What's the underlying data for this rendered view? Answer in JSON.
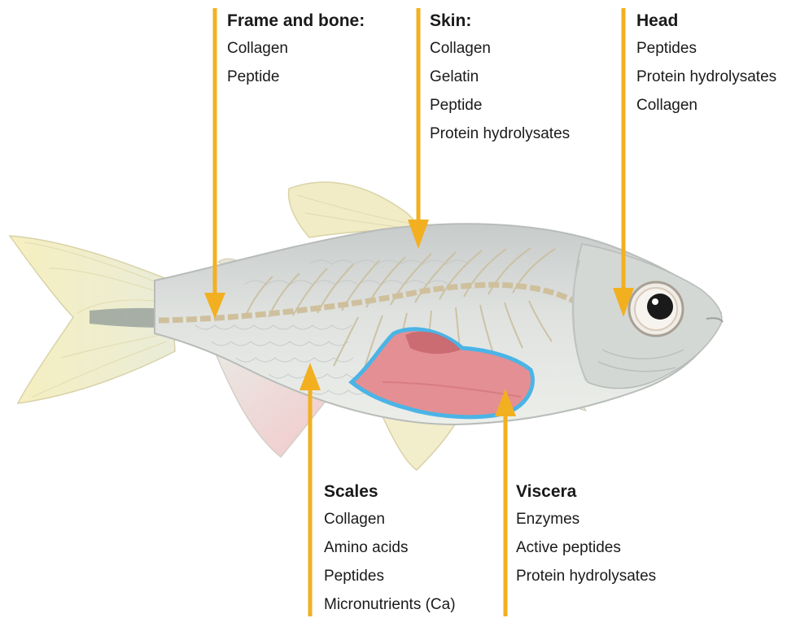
{
  "colors": {
    "arrow": "#F2B021",
    "body": "#D9DCD9",
    "fin": "#F4EEC4",
    "viscera": "#E48F93",
    "viscera_outline": "#4BB4E6",
    "skeleton": "#CDBF9F"
  },
  "labels": {
    "frame": {
      "title": "Frame and bone:",
      "items": [
        "Collagen",
        "Peptide"
      ]
    },
    "skin": {
      "title": "Skin:",
      "items": [
        "Collagen",
        "Gelatin",
        "Peptide",
        "Protein hydrolysates"
      ]
    },
    "head": {
      "title": "Head",
      "items": [
        "Peptides",
        "Protein hydrolysates",
        "Collagen"
      ]
    },
    "scales": {
      "title": "Scales",
      "items": [
        "Collagen",
        "Amino acids",
        "Peptides",
        "Micronutrients (Ca)"
      ]
    },
    "viscera": {
      "title": "Viscera",
      "items": [
        "Enzymes",
        "Active peptides",
        "Protein hydrolysates"
      ]
    }
  }
}
